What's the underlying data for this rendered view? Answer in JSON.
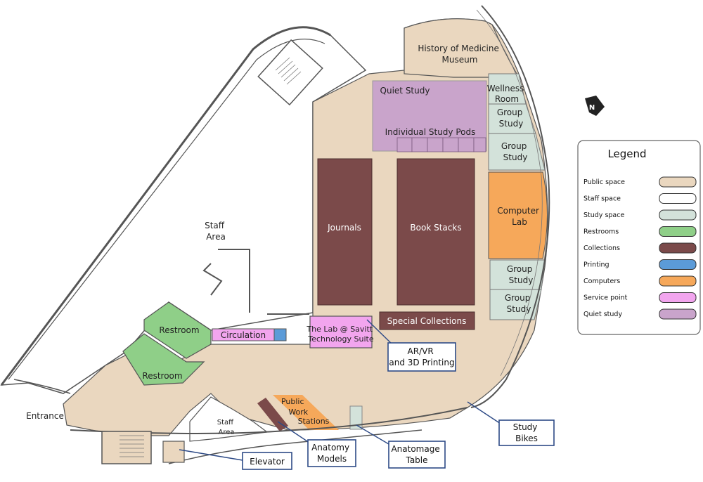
{
  "colors": {
    "public": "#ead7bf",
    "staff": "#ffffff",
    "study": "#d3e2da",
    "restrooms": "#8fcf88",
    "collections": "#7b4a4a",
    "printing": "#5b9bd8",
    "computers": "#f6a85a",
    "service": "#f2a5ee",
    "quiet": "#c9a4cb",
    "wall": "#555555",
    "callout_border": "#2d4a86"
  },
  "rooms": {
    "history_museum": [
      "History of Medicine",
      "Museum"
    ],
    "quiet_study": "Quiet Study",
    "study_pods": "Individual Study Pods",
    "wellness": [
      "Wellness",
      "Room"
    ],
    "group_study_1": [
      "Group",
      "Study"
    ],
    "group_study_2": [
      "Group",
      "Study"
    ],
    "computer_lab": [
      "Computer",
      "Lab"
    ],
    "group_study_3": [
      "Group",
      "Study"
    ],
    "group_study_4": [
      "Group",
      "Study"
    ],
    "journals": "Journals",
    "book_stacks": "Book Stacks",
    "special_collections": "Special Collections",
    "staff_area": [
      "Staff",
      "Area"
    ],
    "staff_area_small": [
      "Staff",
      "Area"
    ],
    "restroom_1": "Restroom",
    "restroom_2": "Restroom",
    "circulation": "Circulation",
    "lab_savitt": [
      "The Lab @ Savitt",
      "Technology Suite"
    ],
    "public_work": [
      "Public",
      "Work",
      "Stations"
    ],
    "entrance": "Entrance"
  },
  "callouts": {
    "arvr": [
      "AR/VR",
      "and 3D Printing"
    ],
    "study_bikes": [
      "Study",
      "Bikes"
    ],
    "anatomage": [
      "Anatomage",
      "Table"
    ],
    "anatomy_models": [
      "Anatomy",
      "Models"
    ],
    "elevator": "Elevator"
  },
  "north_label": "N",
  "legend": {
    "title": "Legend",
    "items": [
      {
        "label": "Public space",
        "color": "#ead7bf"
      },
      {
        "label": "Staff space",
        "color": "#ffffff"
      },
      {
        "label": "Study space",
        "color": "#d3e2da"
      },
      {
        "label": "Restrooms",
        "color": "#8fcf88"
      },
      {
        "label": "Collections",
        "color": "#7b4a4a"
      },
      {
        "label": "Printing",
        "color": "#5b9bd8"
      },
      {
        "label": "Computers",
        "color": "#f6a85a"
      },
      {
        "label": "Service point",
        "color": "#f2a5ee"
      },
      {
        "label": "Quiet study",
        "color": "#c9a4cb"
      }
    ]
  }
}
